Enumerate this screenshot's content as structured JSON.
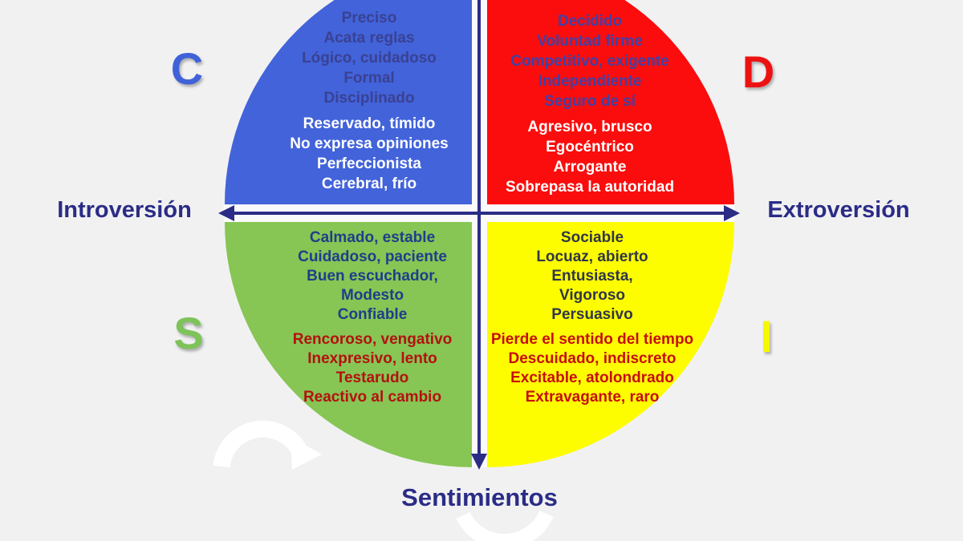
{
  "page": {
    "background": "#f1f1f2",
    "description": "DISC personality model quadrant diagram (Spanish)"
  },
  "axes": {
    "left_label": "Introversión",
    "right_label": "Extroversión",
    "bottom_label": "Sentimientos",
    "axis_color": "#2b2c86",
    "label_color": "#2b2c86"
  },
  "quadrants": [
    {
      "letter": "C",
      "position": "top-left",
      "fill": "#4263da",
      "letter_color": "#3f62d9",
      "traits_primary_color": "#3a4192",
      "traits_primary": [
        "Preciso",
        "Acata reglas",
        "Lógico, cuidadoso",
        "Formal",
        "Disciplinado"
      ],
      "traits_secondary_color": "#ffffff",
      "traits_secondary": [
        "Reservado, tímido",
        "No expresa opiniones",
        "Perfeccionista",
        "Cerebral, frío"
      ]
    },
    {
      "letter": "D",
      "position": "top-right",
      "fill": "#fb0d0d",
      "letter_color": "#ee1111",
      "traits_primary_color": "#4140a6",
      "traits_primary": [
        "Decidido",
        "Voluntad firme",
        "Competitivo, exigente",
        "Independiente",
        "Seguro de sí"
      ],
      "traits_secondary_color": "#ffffff",
      "traits_secondary": [
        "Agresivo, brusco",
        "Egocéntrico",
        "Arrogante",
        "Sobrepasa la autoridad"
      ]
    },
    {
      "letter": "S",
      "position": "bottom-left",
      "fill": "#87c554",
      "letter_color": "#7dc35a",
      "traits_primary_color": "#1d3f8a",
      "traits_primary": [
        "Calmado, estable",
        "Cuidadoso, paciente",
        "Buen escuchador,",
        "Modesto",
        "Confiable"
      ],
      "traits_secondary_color": "#b31110",
      "traits_secondary": [
        "Rencoroso, vengativo",
        "Inexpresivo, lento",
        "Testarudo",
        "Reactivo al cambio"
      ]
    },
    {
      "letter": "I",
      "position": "bottom-right",
      "fill": "#fdfd00",
      "letter_color": "#f7f700",
      "traits_primary_color": "#303648",
      "traits_primary": [
        "Sociable",
        "Locuaz, abierto",
        "Entusiasta,",
        "Vigoroso",
        "Persuasivo"
      ],
      "traits_secondary_color": "#c60f0e",
      "traits_secondary": [
        "Pierde el sentido del tiempo",
        "Descuidado, indiscreto",
        "Excitable, atolondrado",
        "Extravagante, raro"
      ]
    }
  ]
}
